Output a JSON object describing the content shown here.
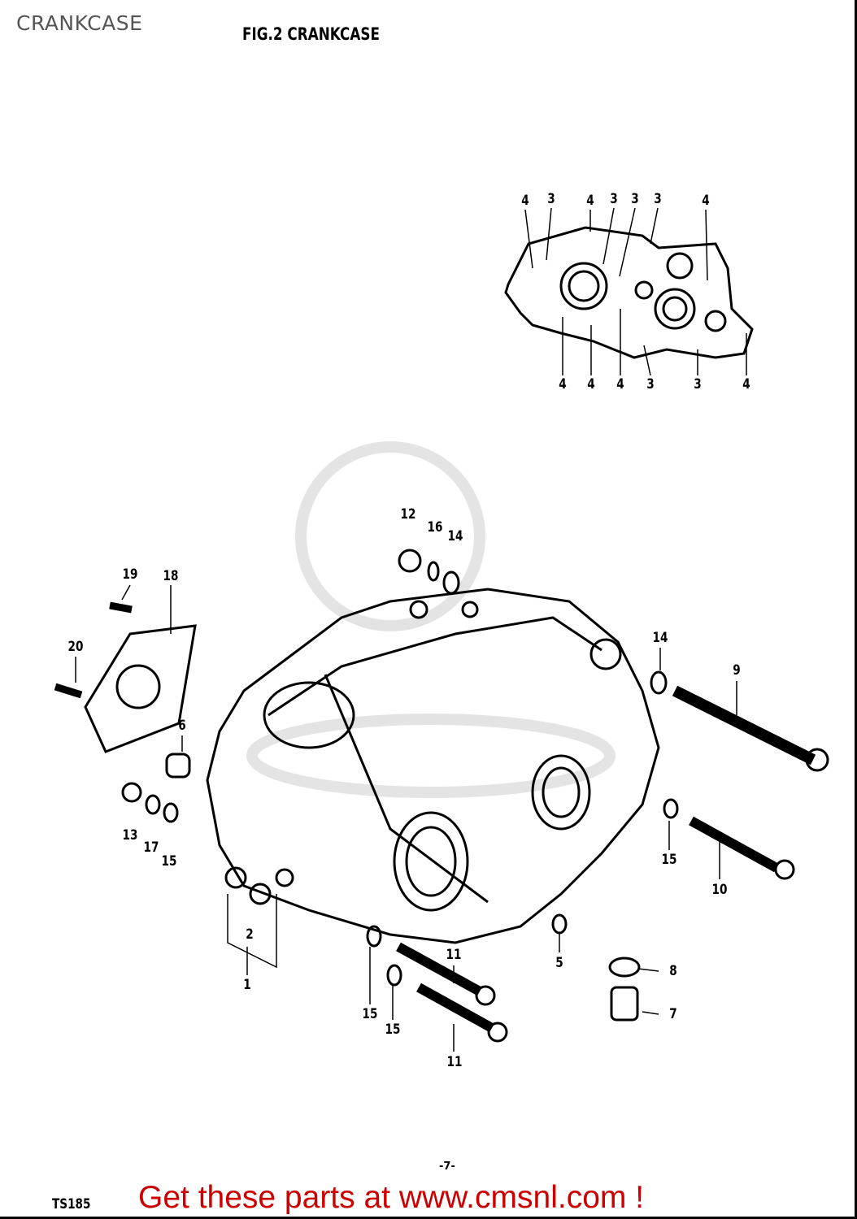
{
  "page_title": "CRANKCASE",
  "figure_title": "FIG.2  CRANKCASE",
  "model": "TS185",
  "page_number": "-7-",
  "promo_text": "Get these parts at www.cmsnl.com !",
  "promo_color": "#cc0000",
  "gasket_callouts": [
    "4",
    "3",
    "4",
    "3",
    "3",
    "3",
    "4",
    "4",
    "4",
    "4",
    "3",
    "3",
    "4"
  ],
  "callouts": [
    "12",
    "16",
    "14",
    "19",
    "18",
    "20",
    "6",
    "14",
    "9",
    "13",
    "17",
    "15",
    "2",
    "1",
    "15",
    "10",
    "5",
    "11",
    "8",
    "7",
    "15",
    "15",
    "11"
  ]
}
